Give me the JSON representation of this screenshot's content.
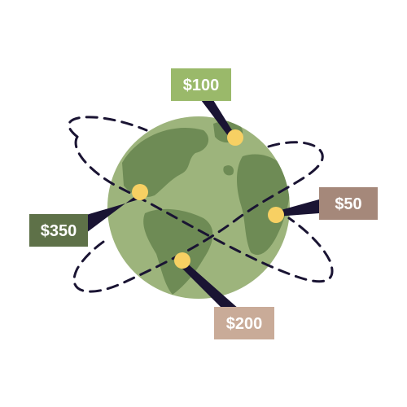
{
  "colors": {
    "globe_ocean": "#9db47c",
    "globe_land": "#6e8b55",
    "orbit_stroke": "#1a1433",
    "marker": "#f7d063",
    "pointer": "#1a1433",
    "text": "#ffffff"
  },
  "price_tags": [
    {
      "id": "tag-100",
      "label": "$100",
      "color": "#9ab96a"
    },
    {
      "id": "tag-50",
      "label": "$50",
      "color": "#a5887a"
    },
    {
      "id": "tag-350",
      "label": "$350",
      "color": "#5e7148"
    },
    {
      "id": "tag-200",
      "label": "$200",
      "color": "#c9ab98"
    }
  ]
}
